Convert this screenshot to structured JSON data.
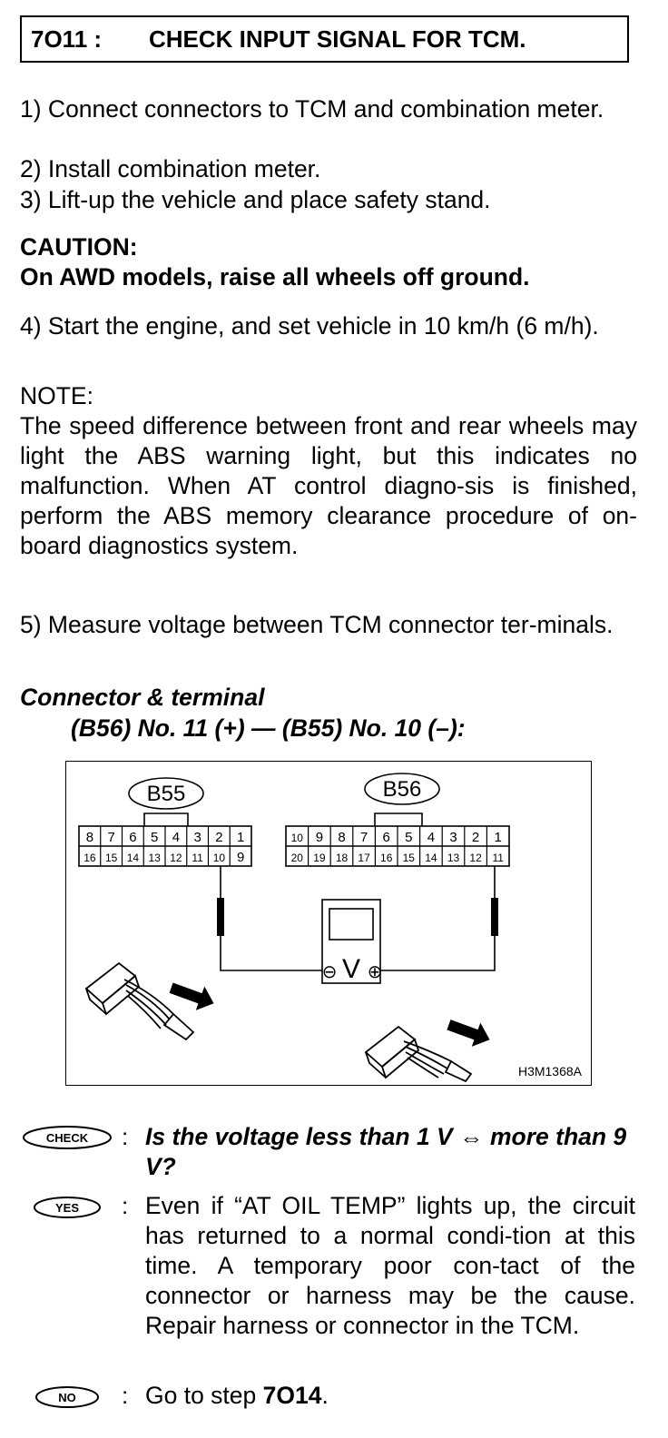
{
  "header": {
    "code": "7O11 :",
    "title": "CHECK INPUT SIGNAL FOR TCM."
  },
  "steps": {
    "s1": "1) Connect connectors to TCM and combination meter.",
    "s2": "2) Install combination meter.",
    "s3": "3) Lift-up the vehicle and place safety stand.",
    "caution_label": "CAUTION:",
    "caution_text": "On AWD models, raise all wheels off ground.",
    "s4": "4) Start the engine, and set vehicle in 10 km/h (6 m/h).",
    "note_label": "NOTE:",
    "note_text": "The speed difference between front and rear wheels may light the ABS warning light, but this indicates no malfunction. When AT control diagno-sis is finished, perform the ABS memory clearance procedure of on-board diagnostics system.",
    "s5": "5) Measure voltage between TCM connector ter-minals.",
    "conn_label": "Connector & terminal",
    "conn_spec": "(B56) No. 11 (+) — (B55) No. 10 (–):"
  },
  "diagram": {
    "b55_label": "B55",
    "b56_label": "B56",
    "b55_top": [
      "8",
      "7",
      "6",
      "5",
      "4",
      "3",
      "2",
      "1"
    ],
    "b55_bottom": [
      "16",
      "15",
      "14",
      "13",
      "12",
      "11",
      "10",
      "9"
    ],
    "b56_top": [
      "10",
      "9",
      "8",
      "7",
      "6",
      "5",
      "4",
      "3",
      "2",
      "1"
    ],
    "b56_bottom": [
      "20",
      "19",
      "18",
      "17",
      "16",
      "15",
      "14",
      "13",
      "12",
      "11"
    ],
    "meter_symbol": "V",
    "minus": "⊖",
    "plus": "⊕",
    "figure_id": "H3M1368A"
  },
  "result": {
    "check_badge": "CHECK",
    "check_text": "Is the voltage less than 1 V ⇔ more than 9 V?",
    "yes_badge": "YES",
    "yes_text": "Even if “AT OIL TEMP” lights up, the circuit has returned to a normal condi-tion at this time. A temporary poor con-tact of the connector or harness may be the cause. Repair harness or connector in the TCM.",
    "no_badge": "NO",
    "no_text_prefix": "Go to step ",
    "no_step": "7O14",
    "no_text_suffix": ".",
    "colon": ":"
  }
}
